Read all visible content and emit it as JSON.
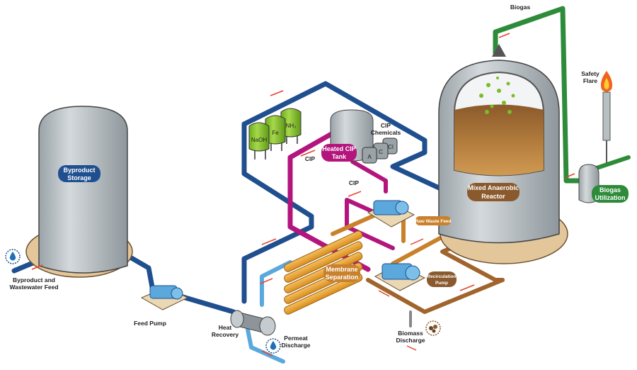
{
  "colors": {
    "process_pipe": "#1f4f8f",
    "cip_pipe": "#b3157d",
    "sludge_pipe": "#a0642c",
    "biogas_pipe": "#2e8b3a",
    "permeate_pipe": "#5aa8dc",
    "flow_arrow": "#e8412c",
    "storage_label": "#1f4f8f",
    "cip_label": "#b3157d",
    "membrane_label": "#c9812c",
    "reactor_label": "#8a5a2e",
    "utilization_label": "#2e8b3a"
  },
  "labels": {
    "byproduct_storage": [
      "Byproduct",
      "Storage"
    ],
    "feed_inlet": [
      "Byproduct and",
      "Wastewater Feed"
    ],
    "feed_pump": "Feed Pump",
    "heat_recovery": [
      "Heat",
      "Recovery"
    ],
    "permeat_discharge": [
      "Permeat",
      "Discharge"
    ],
    "membrane_separation": [
      "Membrane",
      "Separation"
    ],
    "heated_cip_tank": [
      "Heated CIP",
      "Tank"
    ],
    "cip_chemicals": [
      "CIP",
      "Chemicals"
    ],
    "cip_flow_1": "CIP",
    "cip_flow_2": "CIP",
    "chem_tanks": [
      "NaOH",
      "Fe",
      "NH₃"
    ],
    "cip_chem_tanks": [
      "A",
      "C",
      "Cl"
    ],
    "mixed_reactor": [
      "Mixed Anaerobic",
      "Reactor"
    ],
    "raw_waste_feed": "Raw Waste Feed",
    "recirculation_pump": [
      "Recirculation",
      "Pump"
    ],
    "biomass_discharge": [
      "Biomass",
      "Discharge"
    ],
    "biogas": "Biogas",
    "safety_flare": [
      "Safety",
      "Flare"
    ],
    "biogas_utilization": [
      "Biogas",
      "Utilization"
    ]
  },
  "icons": [
    "water-drop-icon",
    "biomass-icon",
    "flame-icon",
    "flow-arrow-icon",
    "pump-icon"
  ]
}
